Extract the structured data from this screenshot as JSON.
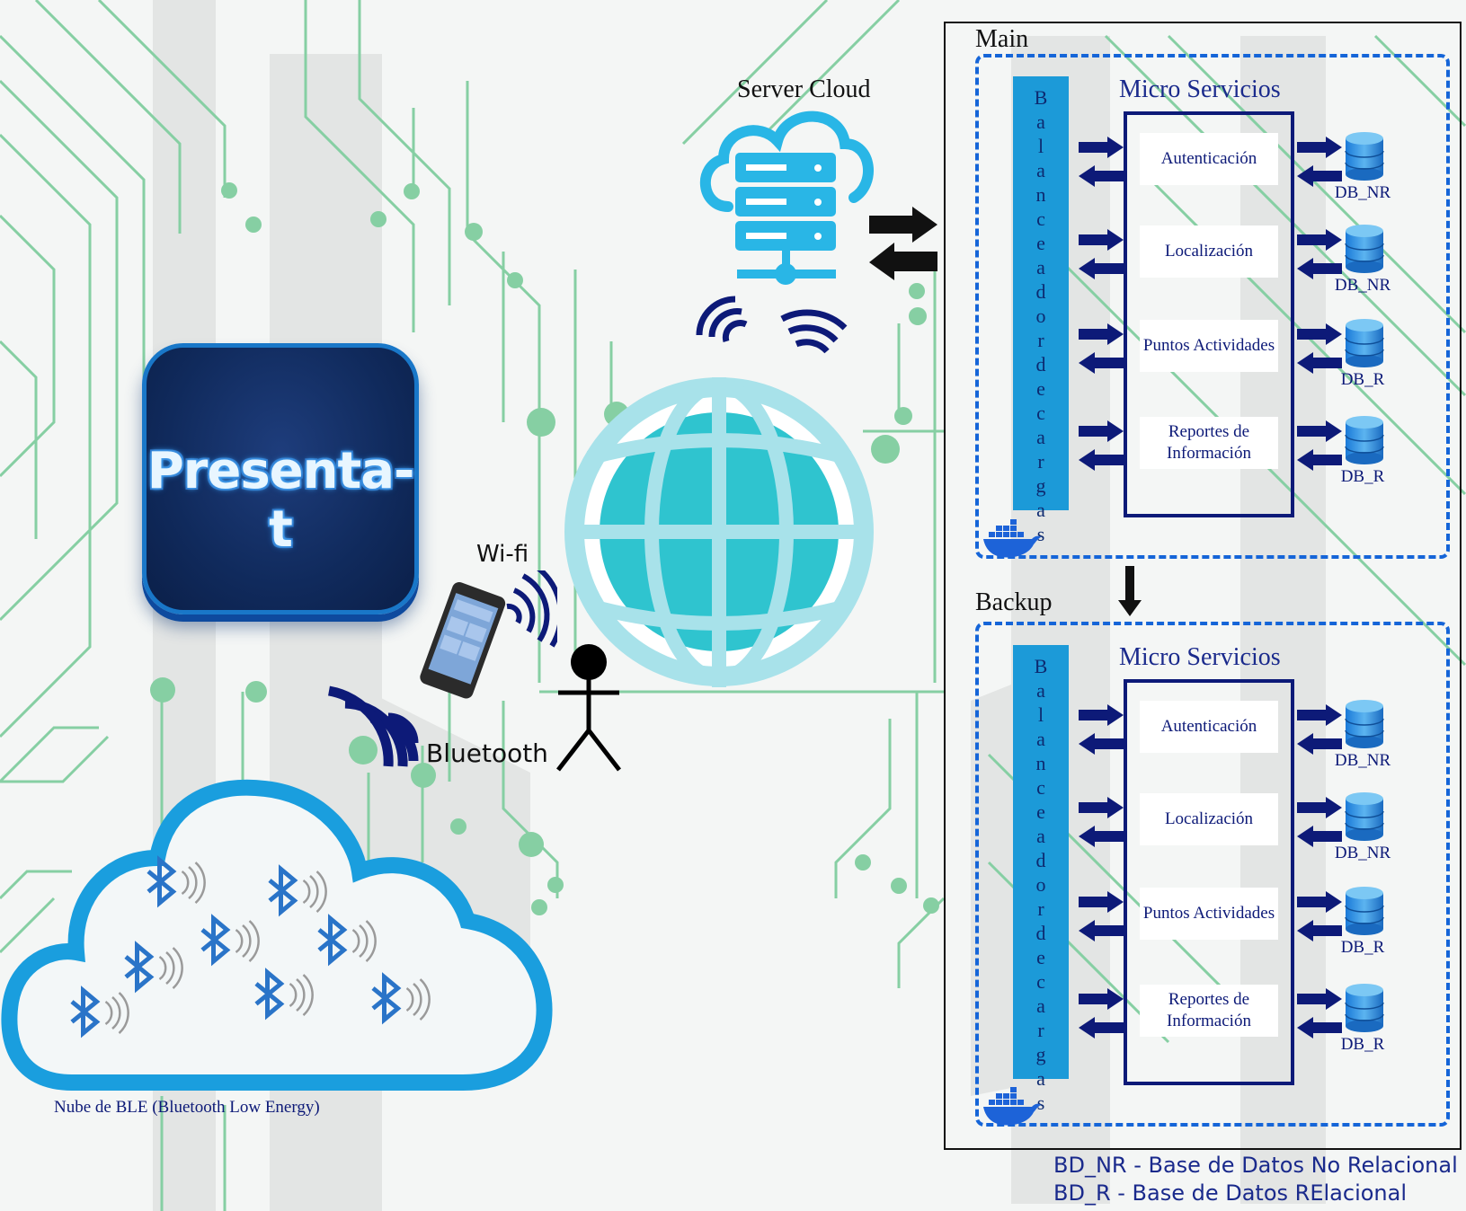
{
  "app_title": "Presenta-t",
  "labels": {
    "server_cloud": "Server Cloud",
    "wifi": "Wi-fi",
    "bluetooth": "Bluetooth",
    "ble_cloud": "Nube de BLE (Bluetooth Low Energy)"
  },
  "clusters": [
    {
      "name": "Main",
      "load_balancer": "Balanceador de cargas",
      "title": "Micro Servicios",
      "services": [
        "Autenticación",
        "Localización",
        "Puntos Actividades",
        "Reportes de Información"
      ],
      "dbs": [
        "DB_NR",
        "DB_NR",
        "DB_R",
        "DB_R"
      ]
    },
    {
      "name": "Backup",
      "load_balancer": "Balanceador de cargas",
      "title": "Micro Servicios",
      "services": [
        "Autenticación",
        "Localización",
        "Puntos Actividades",
        "Reportes de Información"
      ],
      "dbs": [
        "DB_NR",
        "DB_NR",
        "DB_R",
        "DB_R"
      ]
    }
  ],
  "legend": [
    "BD_NR - Base de Datos No Relacional",
    "BD_R - Base de Datos RElacional"
  ],
  "colors": {
    "circuit": "#7cc99a",
    "navy": "#0d1a78",
    "cyan": "#1c9ad8",
    "globe": "#2fc4cf",
    "dashed": "#1565d8"
  },
  "icons": [
    "cloud-server-icon",
    "globe-icon",
    "smartphone-icon",
    "person-icon",
    "bluetooth-icon",
    "docker-icon",
    "database-icon",
    "wifi-signal-icon"
  ]
}
